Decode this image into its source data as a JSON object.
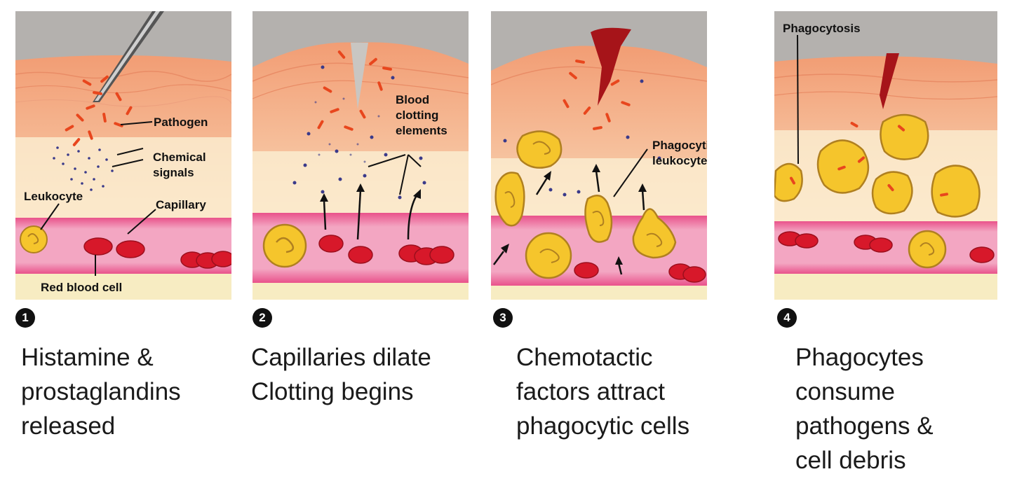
{
  "panels": [
    {
      "number": "1",
      "caption": [
        "Histamine &",
        "prostaglandins",
        "released"
      ],
      "labels": {
        "pathogen": "Pathogen",
        "chemical_1": "Chemical",
        "chemical_2": "signals",
        "leukocyte": "Leukocyte",
        "capillary": "Capillary",
        "rbc": "Red blood cell"
      }
    },
    {
      "number": "2",
      "caption": [
        "Capillaries dilate",
        "Clotting begins"
      ],
      "labels": {
        "clot_1": "Blood",
        "clot_2": "clotting",
        "clot_3": "elements"
      }
    },
    {
      "number": "3",
      "caption": [
        "Chemotactic",
        "factors attract",
        "phagocytic cells"
      ],
      "labels": {
        "phago_1": "Phagocytic",
        "phago_2": "leukocyte"
      }
    },
    {
      "number": "4",
      "caption": [
        "Phagocytes",
        "consume",
        "pathogens &",
        "cell debris"
      ],
      "labels": {
        "phagocytosis": "Phagocytosis"
      }
    }
  ],
  "colors": {
    "sky": "#b4b1ae",
    "skin": "#f0b08a",
    "tissue": "#fbe9c9",
    "vessel": "#e17aa2",
    "rbc": "#d7182a",
    "leukocyte": "#f5c52c",
    "pathogen": "#e8461d",
    "signal": "#2d2d7a"
  }
}
